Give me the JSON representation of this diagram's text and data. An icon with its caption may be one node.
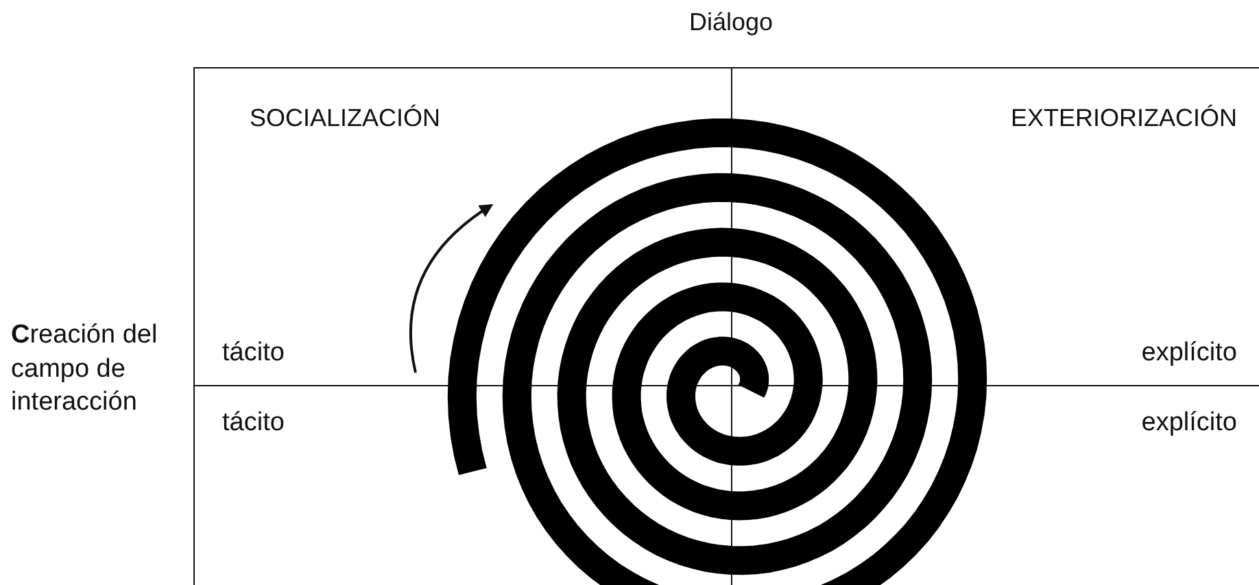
{
  "diagram": {
    "nodes": [
      {
        "text": [
          "SOCIALIZACIÓN",
          "tácito"
        ]
      },
      {
        "text": [
          "EXTERIORIZACIÓN",
          "explícito"
        ]
      },
      {
        "text": [
          "tácito"
        ]
      },
      {
        "text": [
          "explícito"
        ]
      }
    ],
    "labels": [
      "Diálogo",
      "**C**reación del campo de interacción"
    ]
  }
}
